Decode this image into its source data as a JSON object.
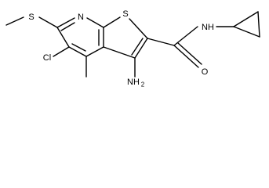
{
  "atoms": {
    "N_pyridine": "N",
    "S_thiophene": "S",
    "NH_amide": "NH",
    "O_carbonyl": "O",
    "S_methylthio": "S",
    "Cl": "Cl",
    "NH2": "NH",
    "NH2_subscript": "2"
  },
  "colors": {
    "bond": "#000000",
    "text": "#000000",
    "background": "#ffffff"
  }
}
